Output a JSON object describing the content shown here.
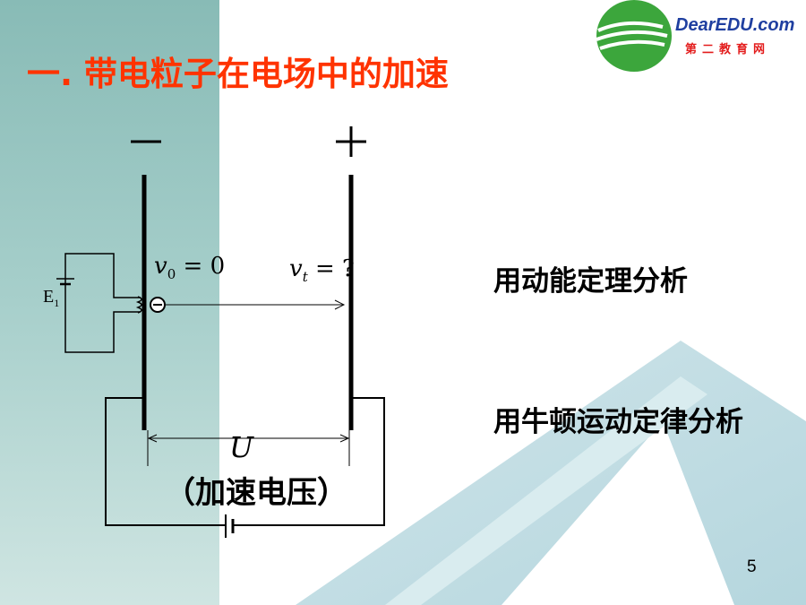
{
  "slide": {
    "title": "一. 带电粒子在电场中的加速",
    "page_number": "5"
  },
  "logo": {
    "name": "DearEDU.com",
    "subtitle": "第二教育网"
  },
  "diagram": {
    "negative_plate_sign": "—",
    "positive_plate_sign": "+",
    "initial_velocity": {
      "symbol": "v",
      "subscript": "0",
      "value": " = 0"
    },
    "final_velocity": {
      "symbol": "v",
      "subscript": "t",
      "value": " = ?"
    },
    "voltage_symbol": "U",
    "voltage_caption": "（加速电压）",
    "heater_source": {
      "symbol": "E",
      "subscript": "1"
    }
  },
  "methods": [
    "用动能定理分析",
    "用牛顿运动定律分析"
  ],
  "colors": {
    "title": "#ff3300",
    "left_panel": "#9cc8c4",
    "logo_green": "#3ca63c",
    "logo_text": "#1f3fa0",
    "logo_sub": "#e31c1c"
  }
}
